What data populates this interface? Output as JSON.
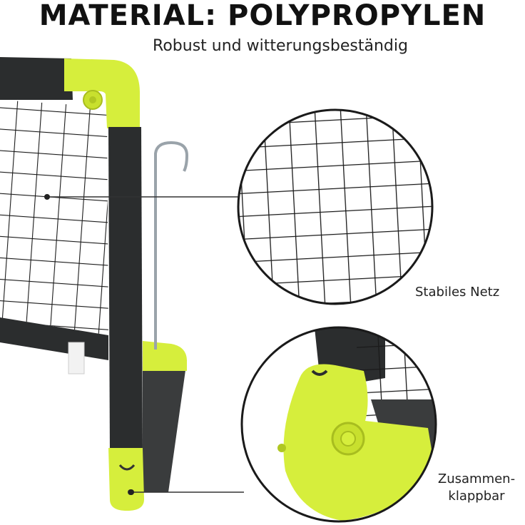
{
  "header": {
    "title": "MATERIAL: POLYPROPYLEN",
    "subtitle": "Robust und witterungsbeständig"
  },
  "callouts": {
    "net_label": "Stabiles Netz",
    "fold_label_line1": "Zusammen-",
    "fold_label_line2": "klappbar"
  },
  "colors": {
    "frame": "#2b2d2e",
    "accent": "#d6ee3c",
    "net": "#1a1a1a",
    "hook": "#9aa3aa"
  }
}
